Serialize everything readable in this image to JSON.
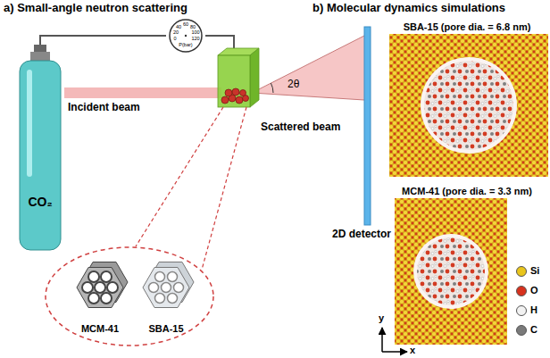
{
  "diagram": {
    "nodes": [
      {
        "text": [
          "CO₂"
        ]
      },
      {
        "text": [
          "60",
          "40",
          "80",
          "20",
          "100",
          "0",
          "120",
          "P(bar)"
        ]
      },
      {
        "text": [
          "MCM-41",
          "SBA-15"
        ]
      },
      {
        "text": [
          "SBA-15 (pore dia. = 6.8 nm)"
        ]
      },
      {
        "text": [
          "MCM-41 (pore dia. = 3.3 nm)"
        ]
      }
    ],
    "edges": [
      {
        "from": 0,
        "to": 1,
        "arrow": "none"
      }
    ],
    "labels": [
      "a) Small-angle neutron scattering",
      "b) Molecular dynamics simulations",
      "Incident beam",
      "Scattered beam",
      "2θ",
      "2D detector",
      "y",
      "x"
    ],
    "legend": [
      {
        "text": "Si",
        "color": "#e9c51c"
      },
      {
        "text": "O",
        "color": "#d8321e"
      },
      {
        "text": "H",
        "color": "#f2f2f2"
      },
      {
        "text": "C",
        "color": "#7a7a7a"
      }
    ]
  }
}
